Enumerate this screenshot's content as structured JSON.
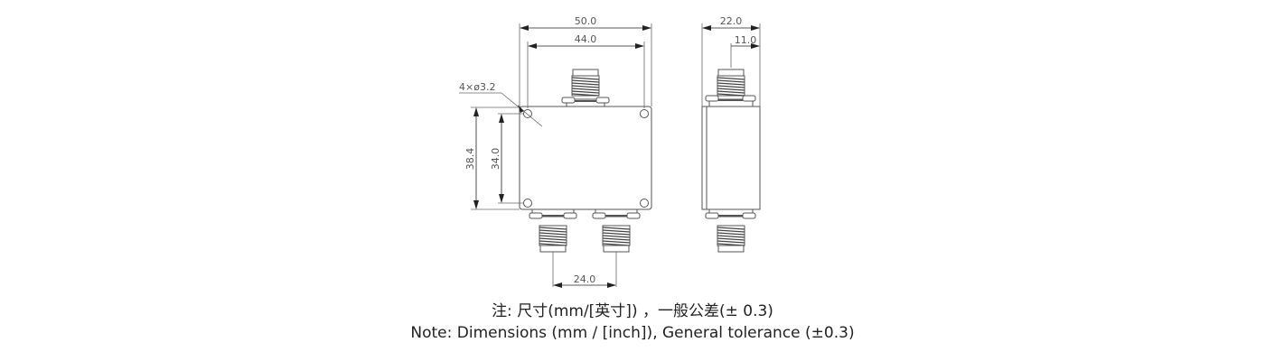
{
  "drawing": {
    "front_view": {
      "overall_width": "50.0",
      "hole_spacing_width": "44.0",
      "mounting_holes": "4×ø3.2",
      "overall_height": "38.4",
      "hole_spacing_height": "34.0",
      "output_connector_spacing": "24.0"
    },
    "side_view": {
      "overall_depth": "22.0",
      "connector_offset": "11.0"
    }
  },
  "notes": {
    "chinese": "注: 尺寸(mm/[英寸]) ，一般公差(± 0.3)",
    "english": "Note: Dimensions (mm / [inch]), General tolerance (±0.3)"
  },
  "colors": {
    "line": "#555555",
    "thread": "#444444",
    "text": "#222222"
  }
}
